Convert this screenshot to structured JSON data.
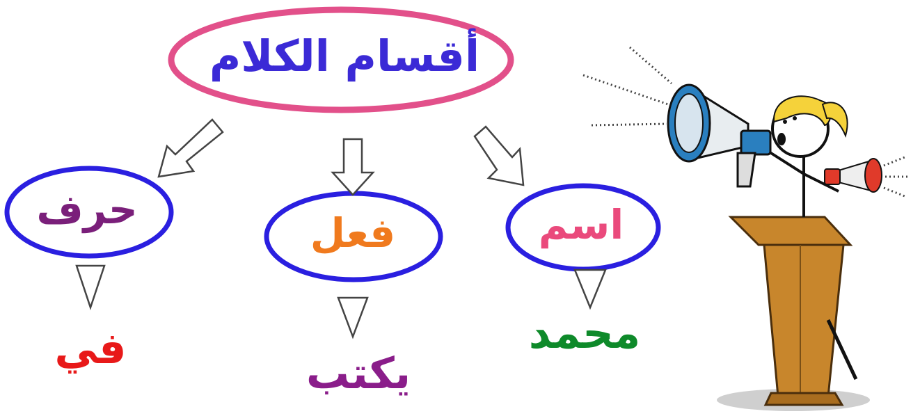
{
  "title": "أقسام الكلام",
  "categories": [
    {
      "id": "harf",
      "label": "حرف",
      "label_color": "#7a1f7a",
      "example": "في",
      "example_color": "#e81919"
    },
    {
      "id": "fiel",
      "label": "فعل",
      "label_color": "#f07a1e",
      "example": "يكتب",
      "example_color": "#8a1d8a"
    },
    {
      "id": "ism",
      "label": "اسم",
      "label_color": "#ea4a7c",
      "example": "محمد",
      "example_color": "#0e8a2a"
    }
  ],
  "colors": {
    "root_ellipse_border": "#e2508a",
    "category_ellipse_border": "#2a1fe0",
    "arrow_stroke": "#444444",
    "podium": "#c8862c",
    "hair": "#f5d23a",
    "megaphone_main": "#2a7fbf",
    "megaphone_small": "#e03a2a"
  },
  "illustration": "speaker-at-podium-with-megaphones"
}
